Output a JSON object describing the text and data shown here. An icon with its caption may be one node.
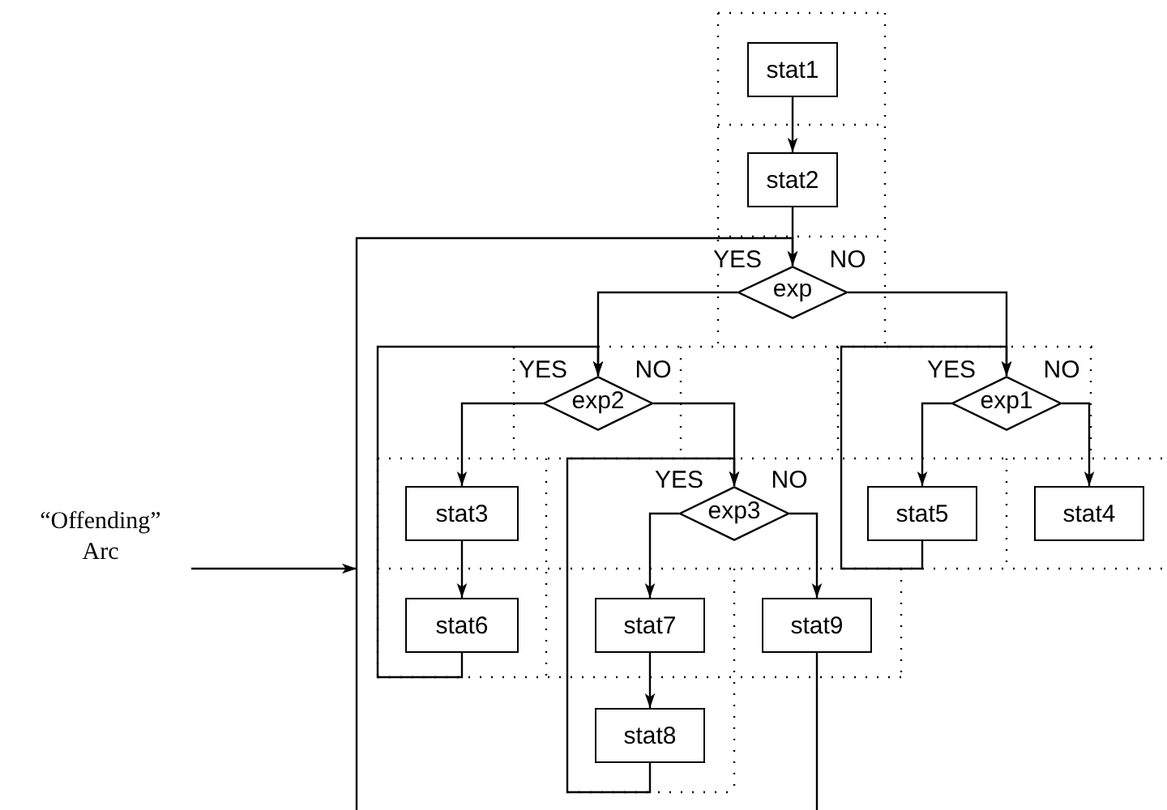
{
  "diagram": {
    "nodes": [
      {
        "text": [
          "stat1"
        ]
      },
      {
        "text": [
          "stat2"
        ]
      },
      {
        "text": [
          "exp"
        ]
      },
      {
        "text": [
          "exp2"
        ]
      },
      {
        "text": [
          "exp1"
        ]
      },
      {
        "text": [
          "stat3"
        ]
      },
      {
        "text": [
          "exp3"
        ]
      },
      {
        "text": [
          "stat5"
        ]
      },
      {
        "text": [
          "stat4"
        ]
      },
      {
        "text": [
          "“Offending” Arc"
        ]
      },
      {
        "text": [
          "stat6"
        ]
      },
      {
        "text": [
          "stat7"
        ]
      },
      {
        "text": [
          "stat9"
        ]
      },
      {
        "text": [
          "stat8"
        ]
      }
    ],
    "edges": [
      {
        "from": 0,
        "to": 1,
        "arrow": "to"
      },
      {
        "from": 1,
        "to": 2,
        "arrow": "to"
      },
      {
        "from": 2,
        "to": 3,
        "arrow": "to",
        "label": "YES"
      },
      {
        "from": 2,
        "to": 4,
        "arrow": "to",
        "label": "NO"
      },
      {
        "from": 3,
        "to": 5,
        "arrow": "to",
        "label": "YES"
      },
      {
        "from": 3,
        "to": 6,
        "arrow": "to",
        "label": "NO"
      },
      {
        "from": 5,
        "to": 10,
        "arrow": "to"
      },
      {
        "from": 10,
        "to": 3,
        "arrow": "to"
      },
      {
        "from": 6,
        "to": 11,
        "arrow": "to",
        "label": "YES"
      },
      {
        "from": 6,
        "to": 12,
        "arrow": "to",
        "label": "NO"
      },
      {
        "from": 11,
        "to": 13,
        "arrow": "to"
      },
      {
        "from": 13,
        "to": 6,
        "arrow": "to"
      },
      {
        "from": 4,
        "to": 7,
        "arrow": "to",
        "label": "YES"
      },
      {
        "from": 4,
        "to": 8,
        "arrow": "to",
        "label": "NO"
      },
      {
        "from": 7,
        "to": 4,
        "arrow": "to"
      },
      {
        "from": 12,
        "to": null,
        "arrow": "none"
      },
      {
        "from": null,
        "to": 2,
        "arrow": "to"
      },
      {
        "from": 9,
        "to": null,
        "arrow": "to"
      }
    ]
  }
}
